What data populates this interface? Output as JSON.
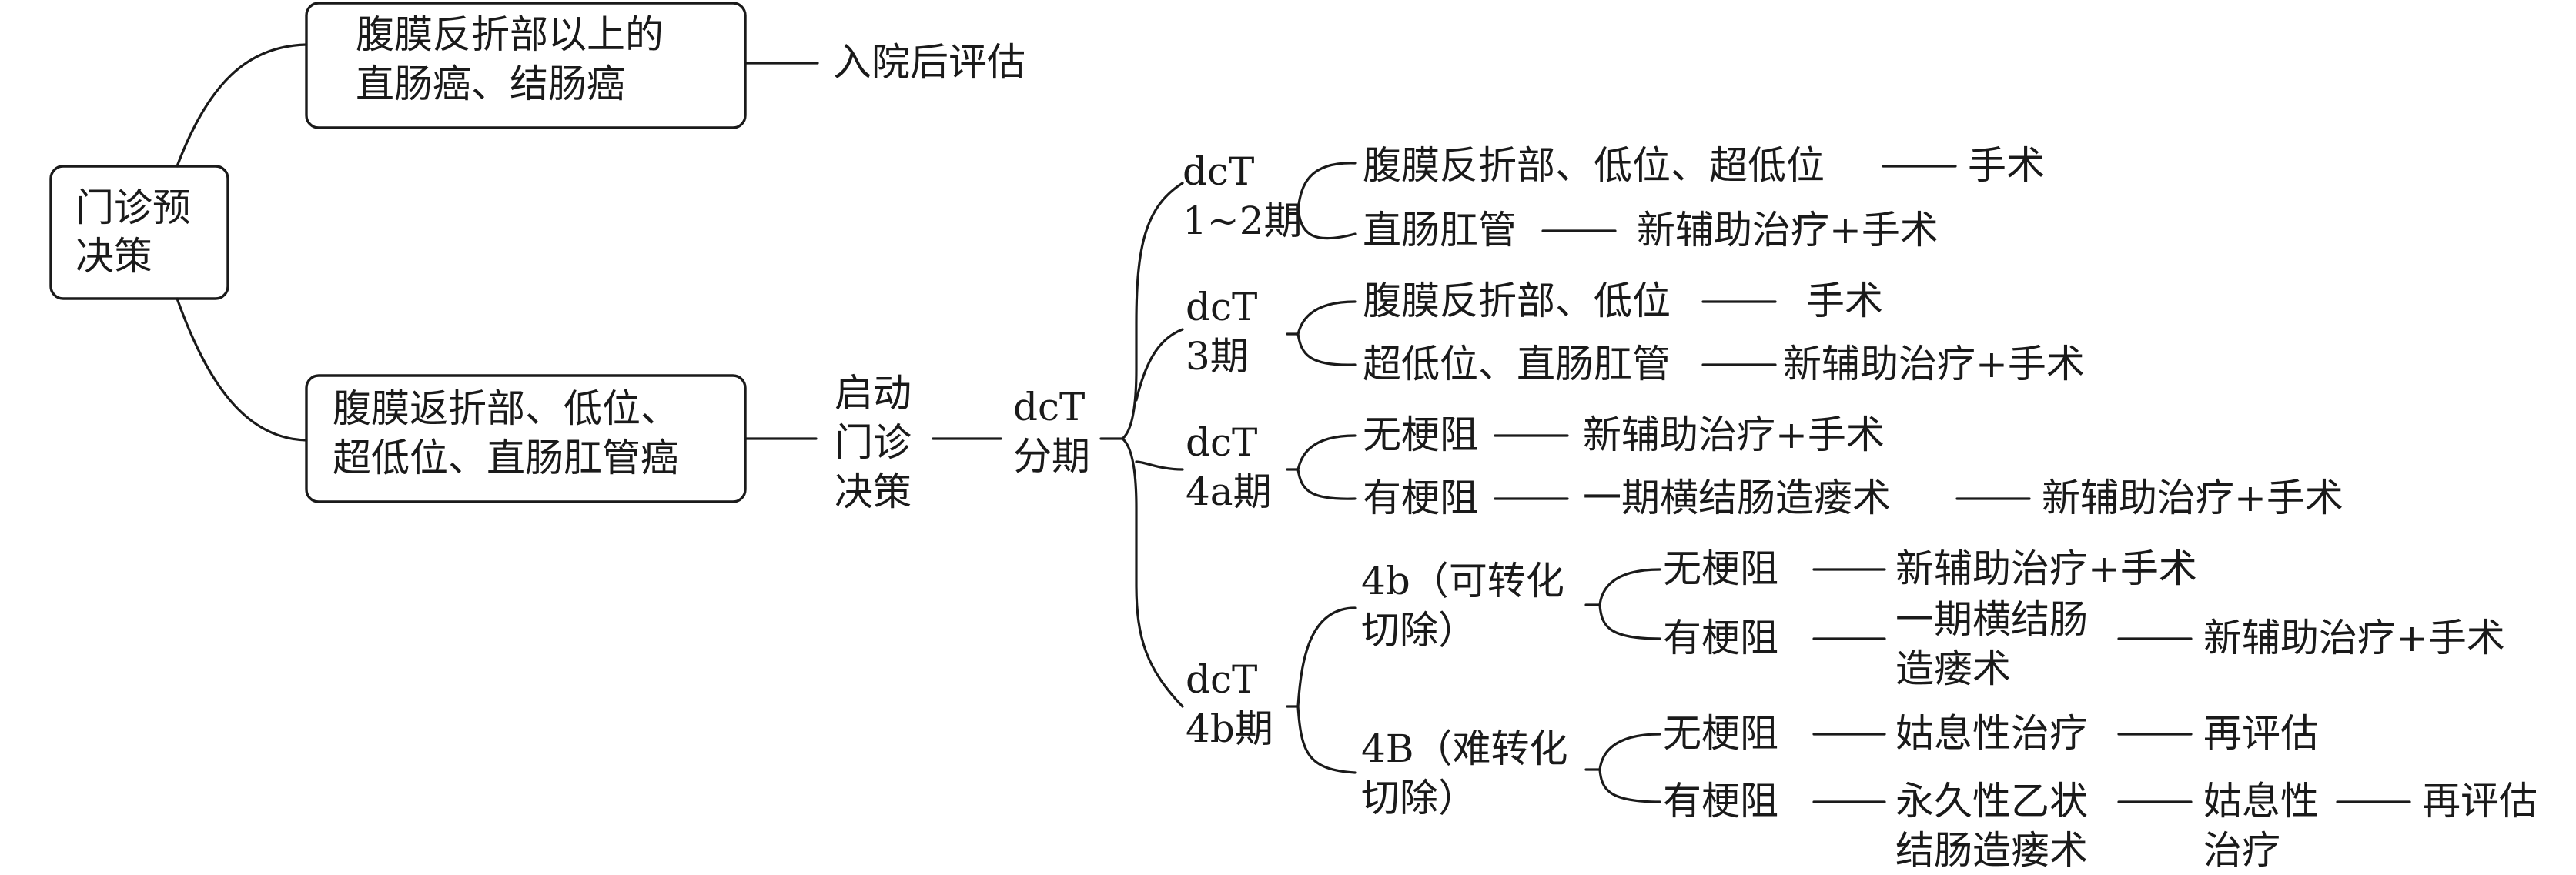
{
  "root": {
    "lines": [
      "门诊预",
      "决策"
    ]
  },
  "upper_branch": {
    "box_lines": [
      "腹膜反折部以上的",
      "直肠癌、结肠癌"
    ],
    "outcome": "入院后评估"
  },
  "lower_branch": {
    "box_lines": [
      "腹膜返折部、低位、",
      "超低位、直肠肛管癌"
    ],
    "step1_lines": [
      "启动",
      "门诊",
      "决策"
    ],
    "step2_lines": [
      "dcT",
      "分期"
    ]
  },
  "stages": {
    "t12": {
      "label_lines": [
        "dcT",
        "1~2期"
      ],
      "rows": [
        {
          "location": "腹膜反折部、低位、超低位",
          "result": "手术"
        },
        {
          "location": "直肠肛管",
          "result": "新辅助治疗+手术"
        }
      ]
    },
    "t3": {
      "label_lines": [
        "dcT",
        "3期"
      ],
      "rows": [
        {
          "location": "腹膜反折部、低位",
          "result": "手术"
        },
        {
          "location": "超低位、直肠肛管",
          "result": "新辅助治疗+手术"
        }
      ]
    },
    "t4a": {
      "label_lines": [
        "dcT",
        "4a期"
      ],
      "rows": [
        {
          "condition": "无梗阻",
          "result": "新辅助治疗+手术"
        },
        {
          "condition": "有梗阻",
          "step": "一期横结肠造瘘术",
          "result": "新辅助治疗+手术"
        }
      ]
    },
    "t4b": {
      "label_lines": [
        "dcT",
        "4b期"
      ],
      "convertible": {
        "label_lines": [
          "4b（可转化",
          "切除）"
        ],
        "no_obstruction": {
          "condition": "无梗阻",
          "result": "新辅助治疗+手术"
        },
        "obstruction": {
          "condition": "有梗阻",
          "step_lines": [
            "一期横结肠",
            "造瘘术"
          ],
          "result": "新辅助治疗+手术"
        }
      },
      "difficult": {
        "label_lines": [
          "4B（难转化",
          "切除）"
        ],
        "no_obstruction": {
          "condition": "无梗阻",
          "step": "姑息性治疗",
          "result": "再评估"
        },
        "obstruction": {
          "condition": "有梗阻",
          "step_lines": [
            "永久性乙状",
            "结肠造瘘术"
          ],
          "step2_lines": [
            "姑息性",
            "治疗"
          ],
          "result": "再评估"
        }
      }
    }
  }
}
